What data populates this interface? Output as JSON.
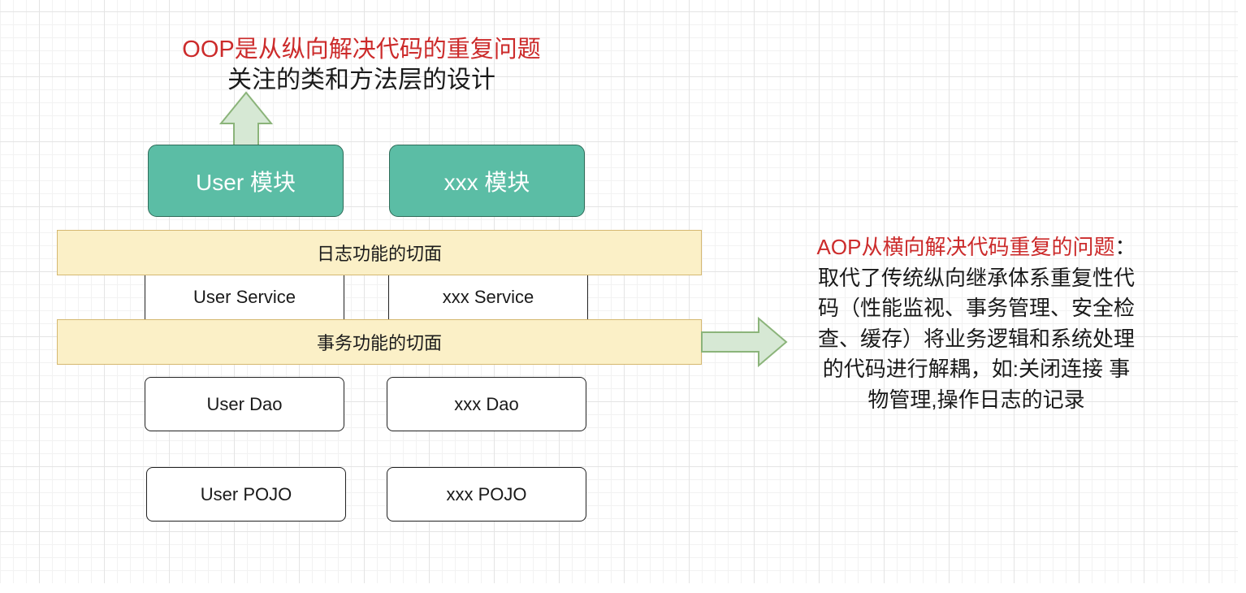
{
  "colors": {
    "module_fill": "#5bbda5",
    "aspect_fill": "#fbf0c7",
    "arrow_fill": "#d6e8d4",
    "arrow_stroke": "#8bb47a",
    "highlight_text": "#cc2b2b"
  },
  "oop_note": {
    "title": "OOP是从纵向解决代码的重复问题",
    "subtitle": "关注的类和方法层的设计"
  },
  "modules": {
    "user": "User 模块",
    "xxx": "xxx 模块"
  },
  "aspects": {
    "log": "日志功能的切面",
    "transaction": "事务功能的切面"
  },
  "services": {
    "user": "User Service",
    "xxx": "xxx Service"
  },
  "daos": {
    "user": "User Dao",
    "xxx": "xxx Dao"
  },
  "pojos": {
    "user": "User POJO",
    "xxx": "xxx POJO"
  },
  "aop_note": {
    "title": "AOP从横向解决代码重复的问题",
    "colon": "：",
    "lines": [
      "取代了传统纵向继承体系重复性代",
      "码（性能监视、事务管理、安全检",
      "查、缓存）将业务逻辑和系统处理",
      "的代码进行解耦，如:关闭连接 事",
      "物管理,操作日志的记录"
    ]
  },
  "arrows": {
    "up": "up-arrow-icon",
    "right": "right-arrow-icon"
  }
}
